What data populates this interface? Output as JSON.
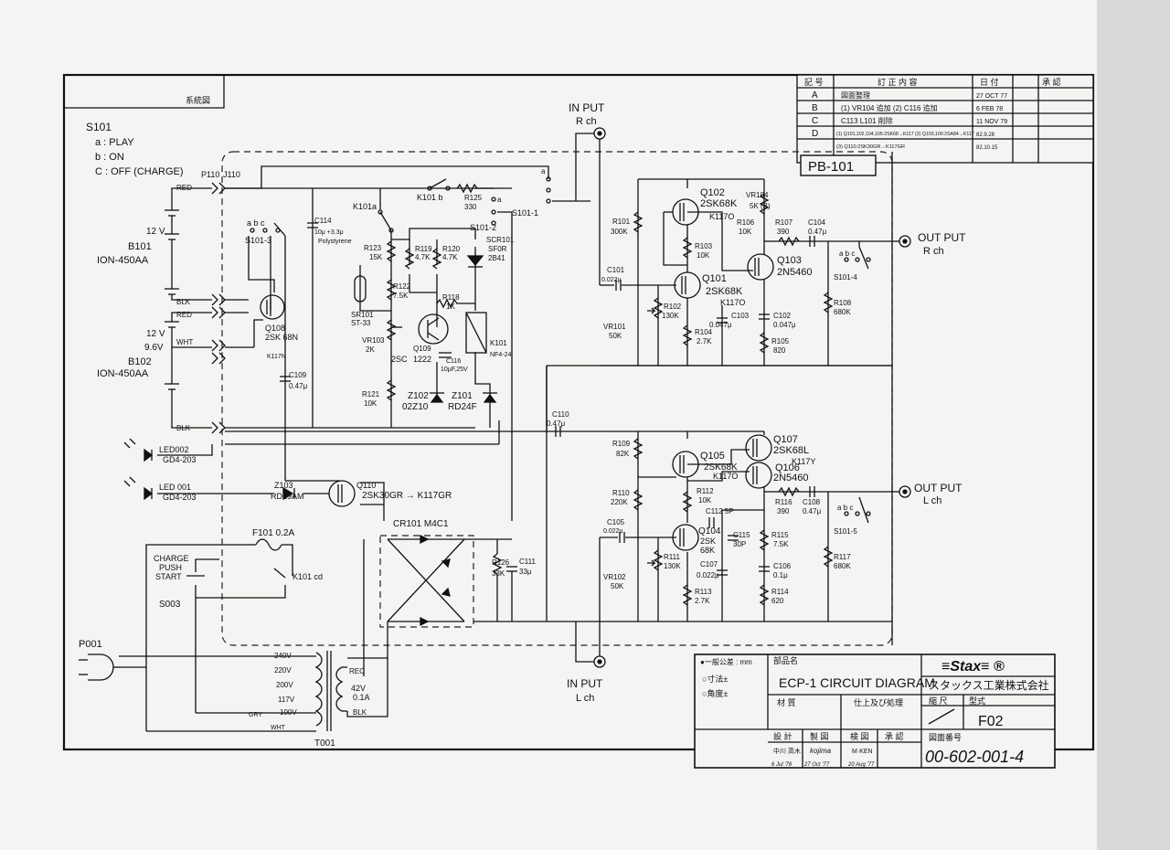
{
  "sheet": {
    "corner_label": "系統図",
    "board_label": "PB-101"
  },
  "switch_legend": {
    "title": "S101",
    "a": "a  :  PLAY",
    "b": "b  :  ON",
    "c": "C  :  OFF (CHARGE)"
  },
  "revisions": {
    "headers": [
      "記 号",
      "訂 正 内 容",
      "日 付",
      "承 認"
    ],
    "rows": [
      {
        "mark": "A",
        "text": "図面整理",
        "date": "27 OCT 77"
      },
      {
        "mark": "B",
        "text": "(1) VR104 追加 (2) C116 追加",
        "date": "6 FEB 78"
      },
      {
        "mark": "C",
        "text": "C113  L101 削除",
        "date": "11 NOV 79"
      },
      {
        "mark": "D",
        "text": "(1) Q101,102,104,105:2SK68→K117  (2) Q103,106:2SA84→K117",
        "date": "82.9.28"
      },
      {
        "mark": "",
        "text": "(3) Q110:2SK30GR→K117GR",
        "date": "82.10.15"
      }
    ]
  },
  "ports": {
    "input_r": [
      "IN PUT",
      "R ch"
    ],
    "input_l": [
      "IN PUT",
      "L ch"
    ],
    "output_r": [
      "OUT PUT",
      "R ch"
    ],
    "output_l": [
      "OUT PUT",
      "L ch"
    ]
  },
  "connectors": {
    "p110": "P110",
    "j110": "J110",
    "red1": "RED",
    "blk1": "BLK",
    "red2": "RED",
    "wht1": "WHT",
    "blk2": "BLK"
  },
  "batteries": {
    "b101_v": "12 V",
    "b101_name": "B101",
    "b101_type": "ION-450AA",
    "b102_v": "12 V",
    "b102_v2": "9.6V",
    "b102_name": "B102",
    "b102_type": "ION-450AA"
  },
  "switches": {
    "s101_3": "S101-3",
    "s101_2": "S101-2",
    "s101_1": "S101-1",
    "s101_4": "S101-4",
    "s101_5": "S101-5",
    "abc": "a  b  c",
    "k101a": "K101a",
    "k101b": "K101 b",
    "k101cd": "K101 cd"
  },
  "components": {
    "c114": "C114",
    "c114_v": "10μ +3.3μ",
    "c114_t": "Polystyrene",
    "q108": "Q108",
    "q108_v1": "2SK 68N",
    "q108_v2": "K117N",
    "c109": "C109",
    "c109_v": "0.47μ",
    "r123": "R123",
    "r123_v": "15K",
    "r122": "R122",
    "r122_v": "7.5K",
    "sr101": "SR101",
    "sr101_v": "ST-33",
    "vr103": "VR103",
    "vr103_v": "2K",
    "r121": "R121",
    "r121_v": "10K",
    "r119": "R119",
    "r119_v": "4.7K",
    "r120": "R120",
    "r120_v": "4.7K",
    "r118": "R118",
    "r118_v": "1K",
    "r125": "R125",
    "r125_v": "330",
    "scr101": "SCR101",
    "scr101_v1": "SF0R",
    "scr101_v2": "2B41",
    "k101": "K101",
    "k101_v": "NF4-24",
    "q109": "Q109",
    "q109_v1": "2SC",
    "q109_v2": "1222",
    "c116": "C116",
    "c116_v": "10μF,25V",
    "z102": "Z102",
    "z102_v": "02Z10",
    "z101": "Z101",
    "z101_v": "RD24F",
    "c110": "C110",
    "c110_v": "0.47μ",
    "led002": "LED002",
    "led002_v": "GD4-203",
    "led001": "LED 001",
    "led001_v": "GD4-203",
    "z103": "Z103",
    "z103_v": "RD19AM",
    "q110": "Q110",
    "q110_v": "2SK30GR → K117GR",
    "cr101": "CR101  M4C1",
    "r126": "R126",
    "r126_v": "33K",
    "c111": "C111",
    "c111_v": "33μ",
    "f101": "F101  0.2A",
    "charge1": "CHARGE",
    "charge2": "PUSH",
    "charge3": "START",
    "s003": "S003",
    "p001": "P001",
    "t001": "T001",
    "tap240": "240V",
    "tap220": "220V",
    "tap200": "200V",
    "tap117": "117V",
    "tap100": "100V",
    "rec": "REC",
    "sec_v": "42V",
    "sec_a": "0.1A",
    "sec_blk": "BLK",
    "gry": "GRY",
    "wht": "WHT",
    "r101": "R101",
    "r101_v": "300K",
    "c101": "C101",
    "c101_v": "0.022μ",
    "vr101": "VR101",
    "vr101_v": "50K",
    "q102": "Q102",
    "q102_v1": "2SK68K",
    "q102_v2": "K117O",
    "vr104": "VR104",
    "vr104_v": "5K (B)",
    "r106": "R106",
    "r106_v": "10K",
    "r103": "R103",
    "r103_v": "10K",
    "q101": "Q101",
    "q101_v1": "2SK68K",
    "q101_v2": "K117O",
    "r102": "R102",
    "r102_v": "130K",
    "c103": "C103",
    "c103_v": "0.047μ",
    "r104": "R104",
    "r104_v": "2.7K",
    "r107": "R107",
    "r107_v": "390",
    "c104": "C104",
    "c104_v": "0.47μ",
    "q103": "Q103",
    "q103_v": "2N5460",
    "c102": "C102",
    "c102_v": "0.047μ",
    "r105": "R105",
    "r105_v": "820",
    "r108": "R108",
    "r108_v": "680K",
    "r109": "R109",
    "r109_v": "82K",
    "q107": "Q107",
    "q107_v1": "2SK68L",
    "q107_v2": "K117Y",
    "q105": "Q105",
    "q105_v1": "2SK68K",
    "q105_v2": "K117O",
    "q106": "Q106",
    "q106_v": "2N5460",
    "r110": "R110",
    "r110_v": "220K",
    "r112": "R112",
    "r112_v": "10K",
    "r116": "R116",
    "r116_v": "390",
    "c108": "C108",
    "c108_v": "0.47μ",
    "c105": "C105",
    "c105_v": "0.022μ",
    "c112": "C112  5P",
    "q104": "Q104",
    "q104_v1": "2SK",
    "q104_v2": "68K",
    "c115": "C115",
    "c115_v": "30P",
    "r115": "R115",
    "r115_v": "7.5K",
    "r111": "R111",
    "r111_v": "130K",
    "vr102": "VR102",
    "vr102_v": "50K",
    "c107": "C107",
    "c107_v": "0.022μ",
    "c106": "C106",
    "c106_v": "0.1μ",
    "r113": "R113",
    "r113_v": "2.7K",
    "r114": "R114",
    "r114_v": "620",
    "r117": "R117",
    "r117_v": "680K"
  },
  "title_block": {
    "tolerance": "●一般公差 : mm",
    "tol1": "○寸法±",
    "tol2": "○角度±",
    "part_name_label": "部品名",
    "part_name": "ECP-1 CIRCUIT DIAGRAM",
    "brand": "≡Stax≡ ®",
    "company": "スタックス工業株式会社",
    "material_label": "材 質",
    "finish_label": "仕上及び処理",
    "scale_label": "縮 尺",
    "model_label": "型式",
    "model": "F02",
    "row_labels": [
      "設 計",
      "製 図",
      "検 図",
      "承 認"
    ],
    "drawing_no_label": "図面番号",
    "drawing_no": "00-602-001-4",
    "signers": [
      "中川 高木",
      "kojima",
      "M·KEN"
    ],
    "dates": [
      "6 Jul '76",
      "27 Oct '77",
      "20 Aug '77"
    ]
  }
}
